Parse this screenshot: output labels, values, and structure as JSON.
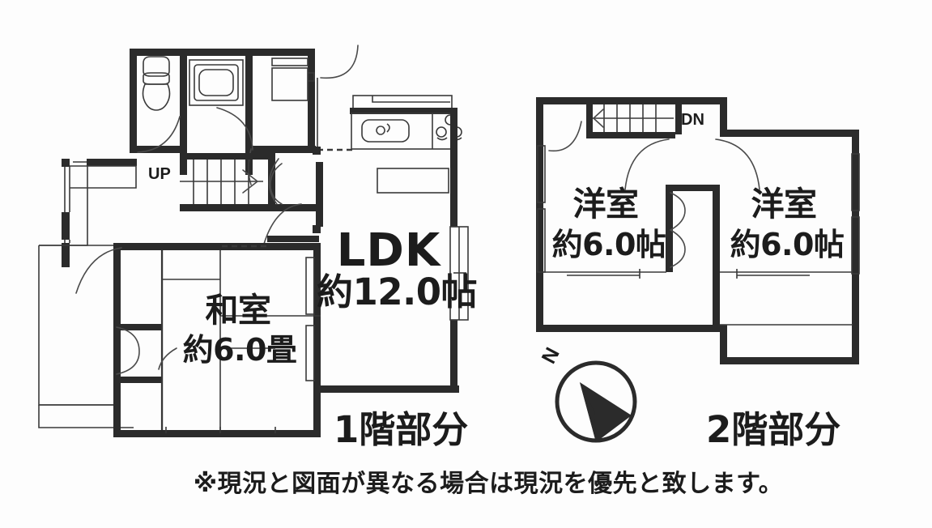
{
  "document": {
    "type": "real-estate-floor-plan",
    "title": "間取り図",
    "background_color": "#fdfdfd",
    "ink_color": "#1c1c1c"
  },
  "floor1": {
    "caption": "1階部分",
    "stair_label": "UP",
    "rooms": [
      {
        "name": "LDK",
        "area": "約12.0帖"
      },
      {
        "name": "和室",
        "area": "約6.0畳"
      }
    ],
    "fixtures": [
      {
        "name": "toilet"
      },
      {
        "name": "bathtub"
      },
      {
        "name": "washbasin"
      },
      {
        "name": "kitchen-sink"
      },
      {
        "name": "kitchen-stove"
      },
      {
        "name": "staircase-up"
      }
    ]
  },
  "floor2": {
    "caption": "2階部分",
    "stair_label": "DN",
    "rooms": [
      {
        "name": "洋室",
        "area": "約6.0帖"
      },
      {
        "name": "洋室",
        "area": "約6.0帖"
      }
    ],
    "fixtures": [
      {
        "name": "staircase-down"
      }
    ]
  },
  "compass": {
    "label": "N",
    "direction": "north-west"
  },
  "footer": {
    "note": "※現況と図面が異なる場合は現況を優先と致します。"
  }
}
